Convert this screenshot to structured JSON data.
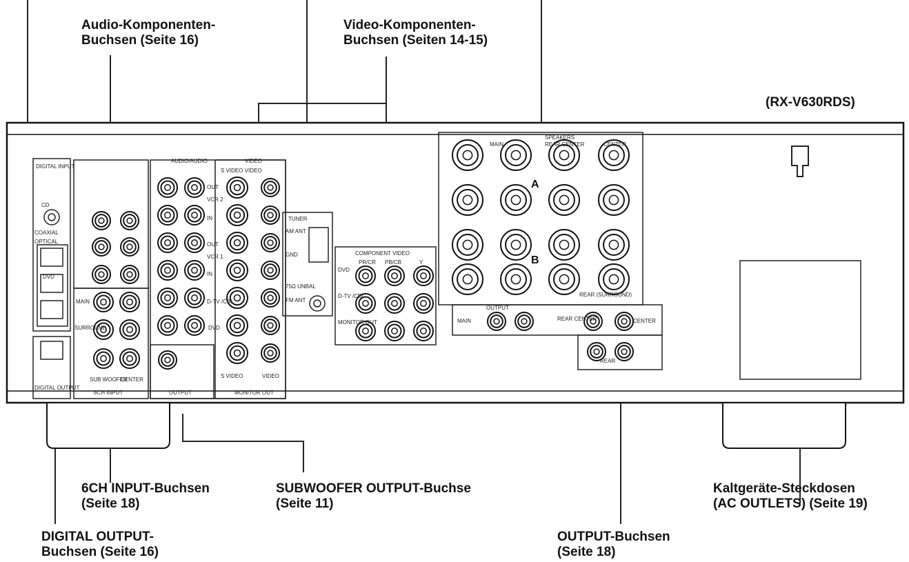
{
  "model": "(RX-V630RDS)",
  "callouts": {
    "audio_components": {
      "line1": "Audio-Komponenten-",
      "line2": "Buchsen (Seite 16)"
    },
    "video_components": {
      "line1": "Video-Komponenten-",
      "line2": "Buchsen (Seiten 14-15)"
    },
    "six_ch_input": {
      "line1": "6CH INPUT-Buchsen",
      "line2": "(Seite 18)"
    },
    "subwoofer_output": {
      "line1": "SUBWOOFER OUTPUT-Buchse",
      "line2": "(Seite 11)"
    },
    "ac_outlets": {
      "line1": "Kaltgeräte-Steckdosen",
      "line2": "(AC OUTLETS) (Seite 19)"
    },
    "digital_output": {
      "line1": "DIGITAL OUTPUT-",
      "line2": "Buchsen (Seite 16)"
    },
    "output": {
      "line1": "OUTPUT-Buchsen",
      "line2": "(Seite 18)"
    }
  },
  "panel_labels": {
    "digital_input": "DIGITAL INPUT",
    "cd": "CD",
    "coaxial": "COAXIAL",
    "optical": "OPTICAL",
    "dvd": "DVD",
    "digital_output": "DIGITAL OUTPUT",
    "six_ch_input": "6CH INPUT",
    "main": "MAIN",
    "surround": "SURROUND",
    "subwoofer": "SUB WOOFER",
    "center": "CENTER",
    "output": "OUTPUT",
    "audio_audio": "AUDIO/AUDIO",
    "video": "VIDEO",
    "s_video_video": "S VIDEO VIDEO",
    "out": "OUT",
    "in": "IN",
    "vcr2": "VCR 2",
    "vcr1": "VCR 1",
    "dtv_cbl": "D-TV /CBL",
    "monitor_out": "MONITOR OUT",
    "s_video": "S VIDEO",
    "tuner": "TUNER",
    "am_ant": "AM ANT",
    "gnd": "GND",
    "unbal": "75Ω UNBAL",
    "fm_ant": "FM ANT",
    "component_video": "COMPONENT VIDEO",
    "pr_cr": "PR/CR",
    "pb_cb": "PB/CB",
    "y": "Y",
    "speakers": "SPEAKERS",
    "rear_center": "REAR CENTER",
    "rear_surround": "REAR (SURROUND)",
    "a": "A",
    "b": "B",
    "rear": "REAR"
  }
}
